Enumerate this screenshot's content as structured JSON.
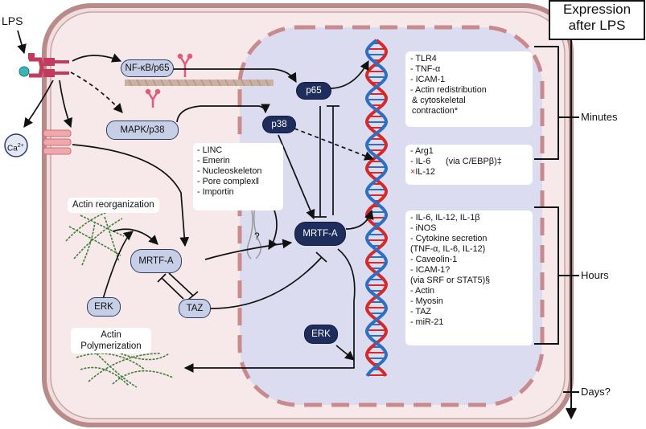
{
  "title_box": {
    "line1": "Expression",
    "line2": "after LPS"
  },
  "lps_label": "LPS",
  "ca_label": "Ca",
  "ca_sup": "2+",
  "nodes": {
    "nfkb": "NF-κB/p65",
    "mapk": "MAPK/p38",
    "p65": "p65",
    "p38": "p38",
    "mrtfa_nuc": "MRTF-A",
    "mrtfa_cyto": "MRTF-A",
    "taz": "TAZ",
    "erk_cyto": "ERK",
    "erk_nuc": "ERK"
  },
  "labels": {
    "actin_reorg": "Actin reorganization",
    "actin_poly_1": "Actin",
    "actin_poly_2": "Polymerization",
    "question": "?"
  },
  "linc_box": [
    "- LINC",
    "- Emerin",
    "- Nucleoskeleton",
    "- Pore complex‖",
    "- Importin"
  ],
  "minutes_box": [
    "- TLR4",
    "- TNF-α",
    "- ICAM-1",
    "-  Actin redistribution",
    "& cytoskeletal",
    "contraction*"
  ],
  "mid_box": {
    "items": [
      "- Arg1",
      "- IL-6",
      "IL-12"
    ],
    "cross": "×",
    "via": "(via C/EBPβ)‡"
  },
  "hours_box": [
    "- IL-6, IL-12, IL-1β",
    "- iNOS",
    "- Cytokine secretion",
    "(TNF-α, IL-6, IL-12)",
    "- Caveolin-1",
    "- ICAM-1?",
    "(via SRF or STAT5)§",
    "- Actin",
    "- Myosin",
    "- TAZ",
    "- miR-21"
  ],
  "timeline": {
    "minutes": "Minutes",
    "hours": "Hours",
    "days": "Days?"
  },
  "colors": {
    "cell_border": "#b88a8a",
    "cytoplasm": "#f5e3e3",
    "nucleus": "#dfe0f1",
    "nucleus_border": "#c98a8e",
    "node_light": "#c7cfe6",
    "node_dark": "#1f2d5c",
    "dna_red": "#d42a2a",
    "dna_blue": "#2d6fc0",
    "actin_green": "#3f7f3a"
  }
}
